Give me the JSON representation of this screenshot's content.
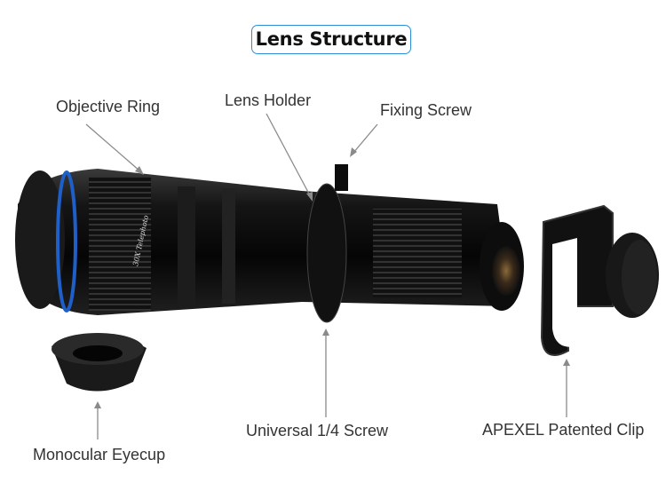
{
  "title": "Lens Structure",
  "labels": {
    "objective_ring": "Objective Ring",
    "lens_holder": "Lens Holder",
    "fixing_screw": "Fixing Screw",
    "monocular_eyecup": "Monocular Eyecup",
    "universal_screw": "Universal 1/4 Screw",
    "patented_clip": "APEXEL Patented Clip"
  },
  "lens_marking": "30X Telephoto",
  "colors": {
    "accent": "#2a8fd8",
    "ring": "#1f5fc8",
    "leader": "#8a8a8a"
  }
}
